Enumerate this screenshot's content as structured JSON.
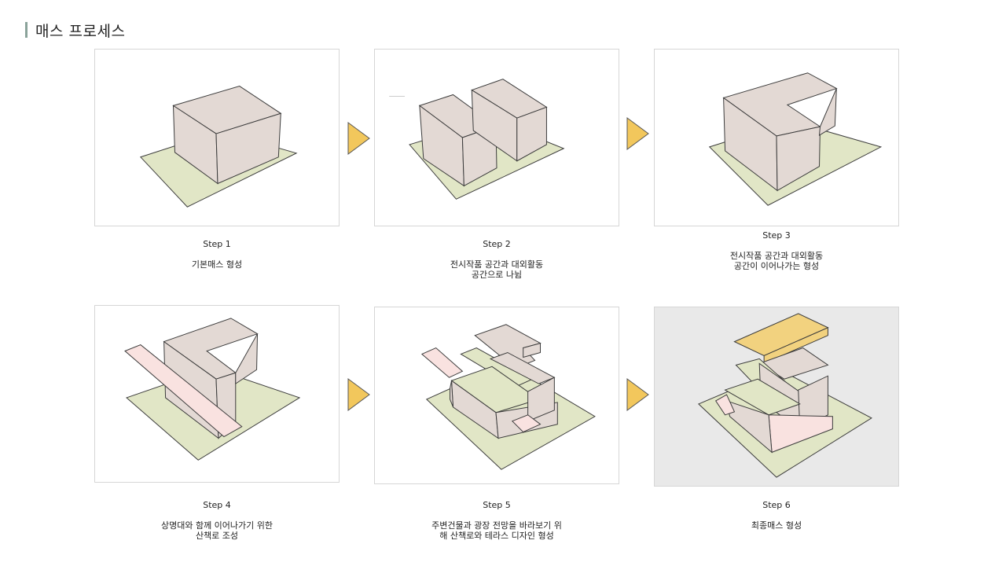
{
  "header": {
    "title": "매스 프로세스"
  },
  "colors": {
    "mass": "#e3d9d4",
    "mass_side": "#d8cbc5",
    "ground": "#e1e6c6",
    "path": "#f9e2e0",
    "roof": "#f2d27f",
    "arrow": "#f2c75c",
    "outline": "#3b3b3b"
  },
  "steps": [
    {
      "label": "Step 1",
      "desc": "기본매스 형성"
    },
    {
      "label": "Step 2",
      "desc": "전시작품 공간과 대외활동\n공간으로 나뉨"
    },
    {
      "label": "Step 3",
      "desc": "전시작품 공간과 대외활동\n공간이 이어나가는 형성"
    },
    {
      "label": "Step 4",
      "desc": "상명대와 함께 이어나가기 위한\n산책로 조성"
    },
    {
      "label": "Step 5",
      "desc": "주변건물과 광장 전망을 바라보기 위\n해 산책로와 테라스 디자인 형성"
    },
    {
      "label": "Step 6",
      "desc": "최종매스 형성"
    }
  ]
}
